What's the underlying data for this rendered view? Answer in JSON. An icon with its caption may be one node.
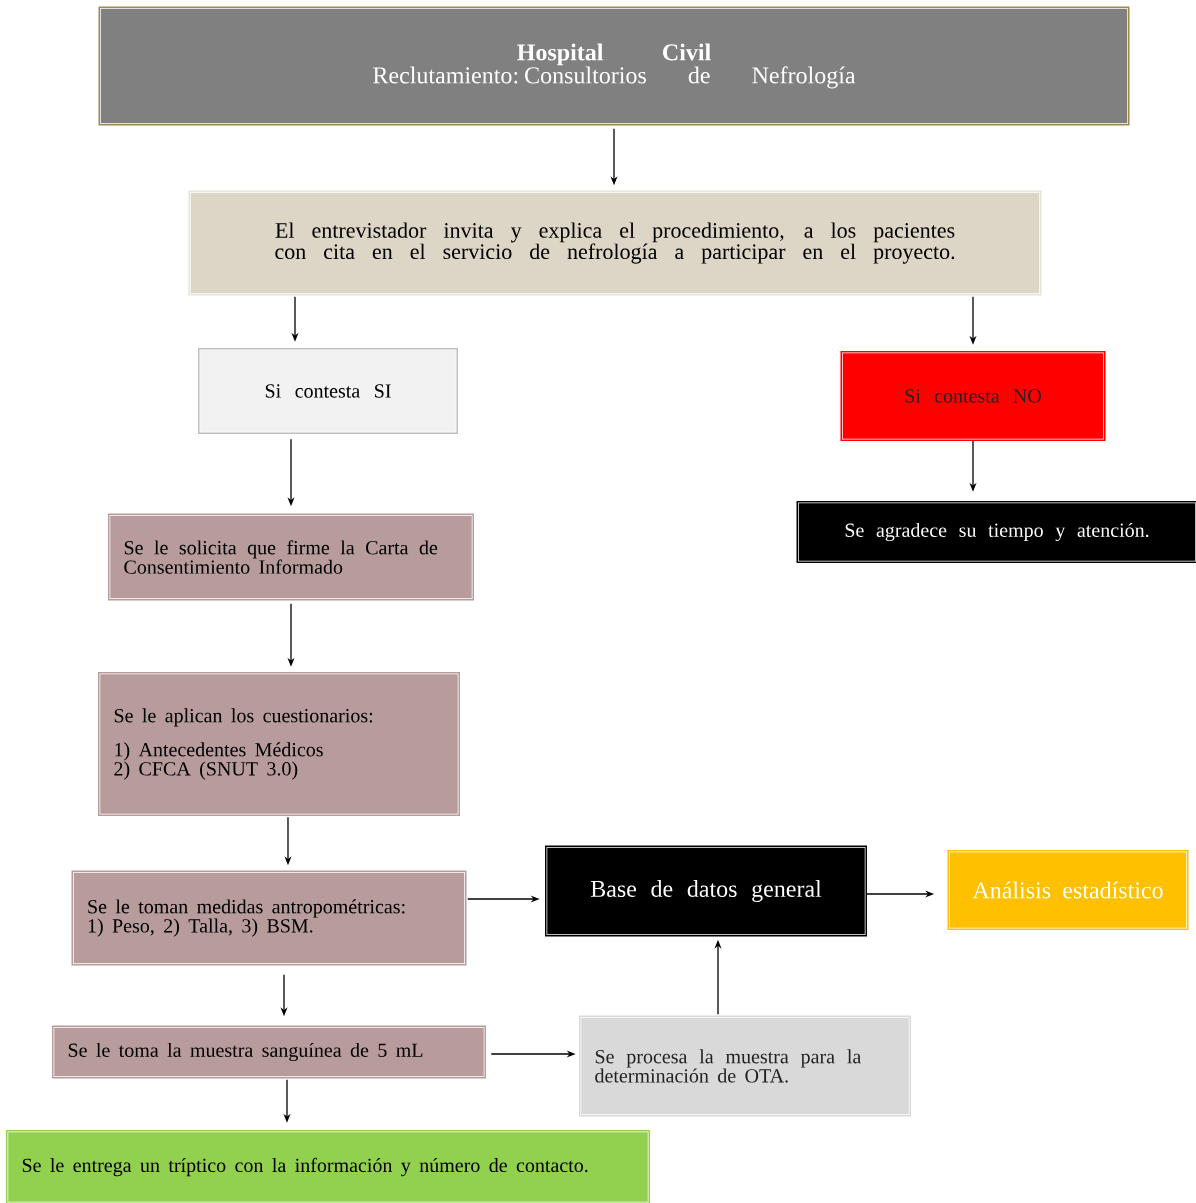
{
  "diagram": {
    "nodes": [
      {
        "text": [
          "Hospital Civil",
          "Reclutamiento: Consultorios de Nefrología"
        ]
      },
      {
        "text": [
          "El entrevistador invita y explica el procedimiento, a los pacientes con cita en el servicio de nefrología a participar en el proyecto."
        ]
      },
      {
        "text": [
          "Si contesta SI"
        ]
      },
      {
        "text": [
          "Si contesta NO"
        ]
      },
      {
        "text": [
          "Se agradece su tiempo y atención."
        ]
      },
      {
        "text": [
          "Se le solicita que firme la Carta de Consentimiento Informado"
        ]
      },
      {
        "text": [
          "Se le aplican los cuestionarios:",
          "1) Antecedentes Médicos",
          "2) CFCA (SNUT 3.0)"
        ]
      },
      {
        "text": [
          "Se le toman medidas antropométricas:",
          "1) Peso, 2) Talla, 3) BSM."
        ]
      },
      {
        "text": [
          "Base de datos general"
        ]
      },
      {
        "text": [
          "Análisis estadístico"
        ]
      },
      {
        "text": [
          "Se le toma la muestra sanguínea de 5 mL"
        ]
      },
      {
        "text": [
          "Se procesa la muestra para la determinación de OTA."
        ]
      },
      {
        "text": [
          "Se le entrega un tríptico con la información y número de contacto."
        ]
      }
    ],
    "edges": [
      {
        "from": 0,
        "to": 1,
        "arrow": "to"
      },
      {
        "from": 1,
        "to": 2,
        "arrow": "to"
      },
      {
        "from": 1,
        "to": 3,
        "arrow": "to"
      },
      {
        "from": 3,
        "to": 4,
        "arrow": "to"
      },
      {
        "from": 2,
        "to": 5,
        "arrow": "to"
      },
      {
        "from": 5,
        "to": 6,
        "arrow": "to"
      },
      {
        "from": 6,
        "to": 7,
        "arrow": "to"
      },
      {
        "from": 7,
        "to": 8,
        "arrow": "to"
      },
      {
        "from": 8,
        "to": 9,
        "arrow": "to"
      },
      {
        "from": 7,
        "to": 10,
        "arrow": "to"
      },
      {
        "from": 10,
        "to": 11,
        "arrow": "to"
      },
      {
        "from": 11,
        "to": 8,
        "arrow": "to"
      },
      {
        "from": 10,
        "to": 12,
        "arrow": "to"
      }
    ]
  }
}
